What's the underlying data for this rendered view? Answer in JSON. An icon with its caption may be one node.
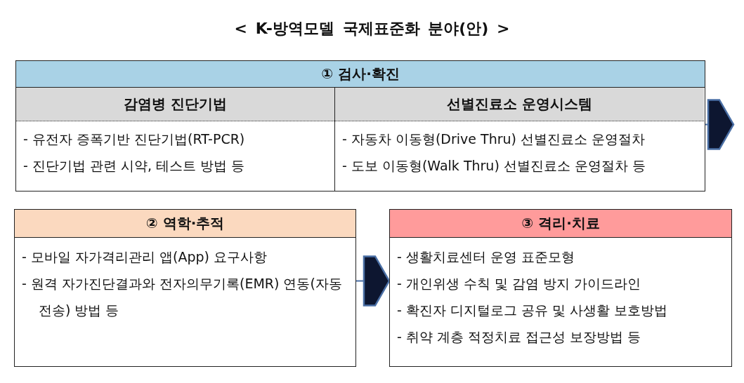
{
  "diagram": {
    "title": "< K-방역모델 국제표준화 분야(안) >",
    "nodes": [
      {
        "text": [
          "① 검사·확진"
        ]
      },
      {
        "text": [
          "감염병 진단기법",
          "- 유전자 증폭기반 진단기법(RT-PCR)",
          "- 진단기법 관련 시약, 테스트 방법 등"
        ],
        "in": 0
      },
      {
        "text": [
          "선별진료소 운영시스템",
          "- 자동차 이동형(Drive Thru) 선별진료소 운영절차",
          "- 도보 이동형(Walk Thru) 선별진료소 운영절차 등"
        ],
        "in": 0
      },
      {
        "text": [
          "② 역학·추적",
          "- 모바일 자가격리관리 앱(App) 요구사항",
          "- 원격 자가진단결과와 전자의무기록(EMR) 연동(자동 전송) 방법 등"
        ]
      },
      {
        "text": [
          "③ 격리·치료",
          "- 생활치료센터 운영 표준모형",
          "- 개인위생 수칙 및 감염 방지 가이드라인",
          "- 확진자 디지털로그 공유 및 사생활 보호방법",
          "- 취약 계층 적정치료 접근성 보장방법 등"
        ]
      }
    ],
    "edges": [
      {
        "from": 0,
        "to": null,
        "arrow": "to"
      },
      {
        "from": 3,
        "to": 4,
        "arrow": "to"
      }
    ]
  }
}
